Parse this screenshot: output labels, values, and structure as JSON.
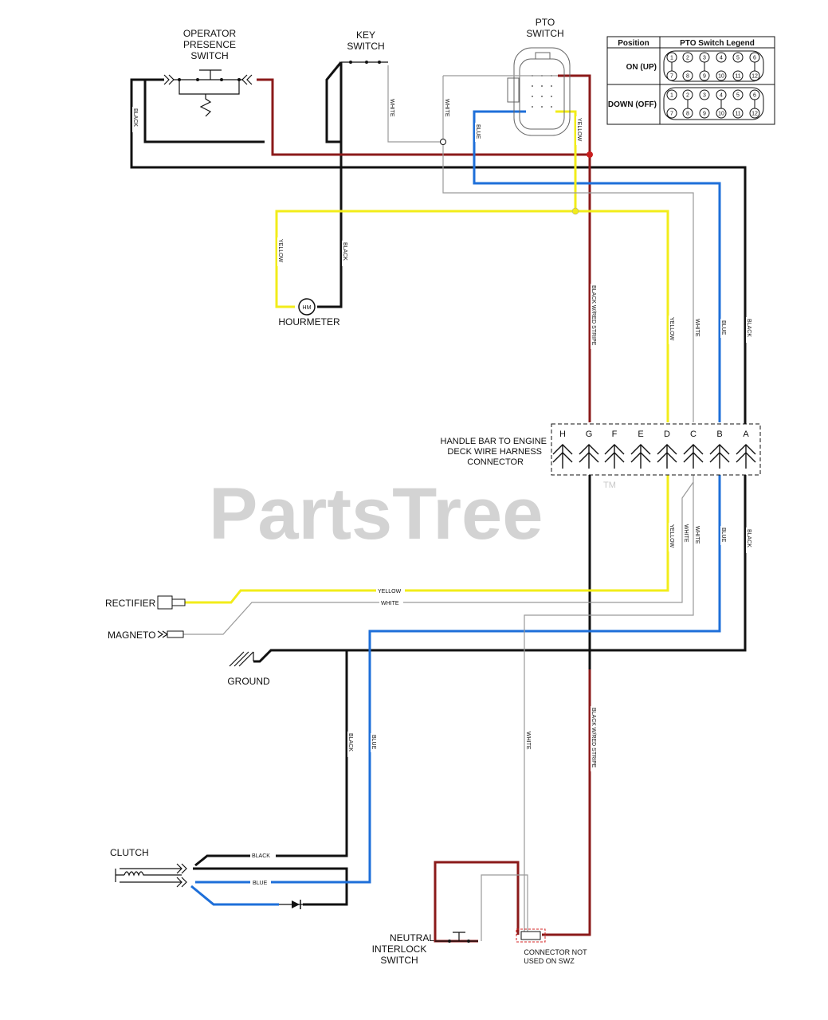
{
  "watermark": {
    "text": "PartsTree",
    "tm": "TM"
  },
  "components": {
    "operator_presence": [
      "OPERATOR",
      "PRESENCE",
      "SWITCH"
    ],
    "key_switch": [
      "KEY",
      "SWITCH"
    ],
    "pto_switch": [
      "PTO",
      "SWITCH"
    ],
    "hourmeter": "HOURMETER",
    "hourmeter_symbol": "HM",
    "harness_connector": [
      "HANDLE BAR TO ENGINE",
      "DECK WIRE HARNESS",
      "CONNECTOR"
    ],
    "rectifier": "RECTIFIER",
    "magneto": "MAGNETO",
    "ground": "GROUND",
    "clutch": "CLUTCH",
    "neutral_interlock": [
      "NEUTRAL",
      "INTERLOCK",
      "SWITCH"
    ],
    "connector_note": [
      "CONNECTOR NOT",
      "USED ON SWZ"
    ]
  },
  "connector_pins": [
    "H",
    "G",
    "F",
    "E",
    "D",
    "C",
    "B",
    "A"
  ],
  "wire_labels": {
    "black": "BLACK",
    "white": "WHITE",
    "blue": "BLUE",
    "yellow": "YELLOW",
    "black_red": "BLACK W/RED STRIPE"
  },
  "legend": {
    "col_position": "Position",
    "col_title": "PTO Switch Legend",
    "row_on": "ON (UP)",
    "row_down": "DOWN (OFF)",
    "top_pins": [
      "1",
      "2",
      "3",
      "4",
      "5",
      "6"
    ],
    "bottom_pins": [
      "7",
      "8",
      "9",
      "10",
      "11",
      "12"
    ]
  },
  "colors": {
    "black_wire": "#111111",
    "red_stripe_wire": "#8b1a1a",
    "blue_wire": "#1e6fd9",
    "yellow_wire": "#f2ec1a",
    "white_wire": "#9a9a9a"
  }
}
